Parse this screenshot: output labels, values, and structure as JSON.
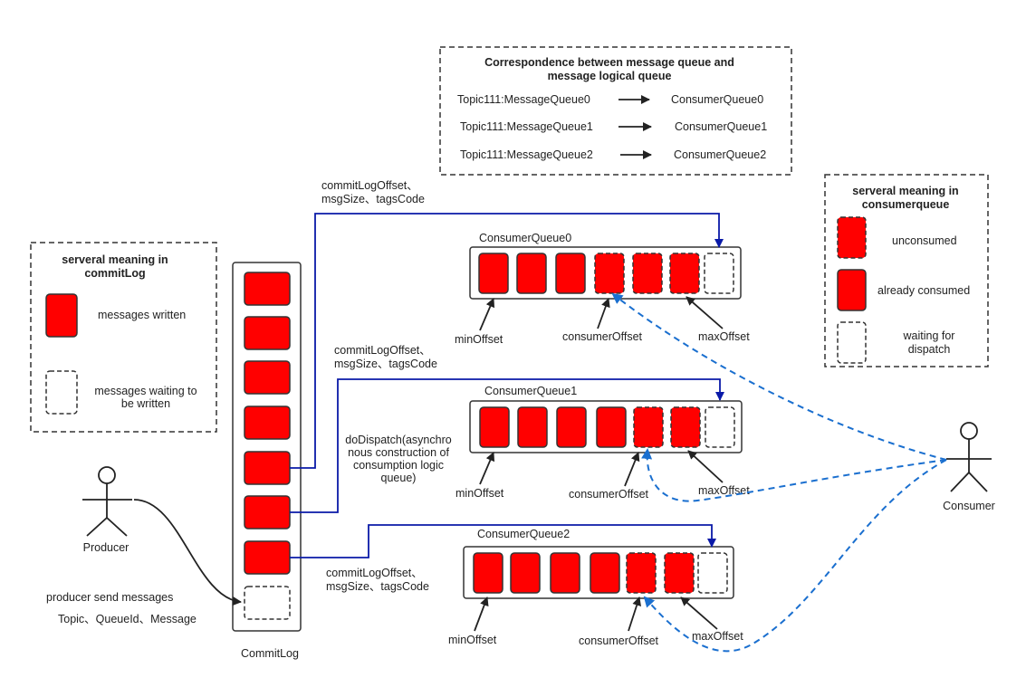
{
  "colors": {
    "msg_fill": "#ff0000",
    "msg_stroke": "#333333",
    "dispatch_line": "#0a1aa8",
    "consumer_line": "#1a6fcf",
    "border": "#333333"
  },
  "legend_top": {
    "title_lines": [
      "Correspondence between message queue and",
      "message logical queue"
    ],
    "rows": [
      {
        "from": "Topic111:MessageQueue0",
        "to": "ConsumerQueue0"
      },
      {
        "from": "Topic111:MessageQueue1",
        "to": "ConsumerQueue1"
      },
      {
        "from": "Topic111:MessageQueue2",
        "to": "ConsumerQueue2"
      }
    ]
  },
  "legend_commitlog": {
    "title_lines": [
      "serveral meaning in",
      "commitLog"
    ],
    "written": "messages written",
    "waiting_lines": [
      "messages waiting to",
      "be written"
    ]
  },
  "legend_consumerqueue": {
    "title_lines": [
      "serveral meaning in",
      "consumerqueue"
    ],
    "unconsumed": "unconsumed",
    "consumed": "already consumed",
    "waiting_lines": [
      "waiting for",
      "dispatch"
    ]
  },
  "commitlog": {
    "label": "CommitLog",
    "slot_states": [
      "written",
      "written",
      "written",
      "written",
      "written",
      "written",
      "written",
      "waiting"
    ]
  },
  "queues": [
    {
      "label": "ConsumerQueue0",
      "cells": [
        "consumed",
        "consumed",
        "consumed",
        "unconsumed",
        "unconsumed",
        "unconsumed",
        "waiting"
      ]
    },
    {
      "label": "ConsumerQueue1",
      "cells": [
        "consumed",
        "consumed",
        "consumed",
        "consumed",
        "unconsumed",
        "unconsumed",
        "waiting"
      ]
    },
    {
      "label": "ConsumerQueue2",
      "cells": [
        "consumed",
        "consumed",
        "consumed",
        "consumed",
        "unconsumed",
        "unconsumed",
        "waiting"
      ]
    }
  ],
  "pointers": {
    "min": "minOffset",
    "consumer": "consumerOffset",
    "max": "maxOffset"
  },
  "dispatch_labels": [
    [
      "commitLogOffset、",
      "msgSize、tagsCode"
    ],
    [
      "commitLogOffset、",
      "msgSize、tagsCode"
    ],
    [
      "commitLogOffset、",
      "msgSize、tagsCode"
    ]
  ],
  "dodispatch_lines": [
    "doDispatch(asynchro",
    "nous construction of",
    "consumption logic",
    "queue)"
  ],
  "producer": {
    "label": "Producer",
    "send_line1": "producer send messages",
    "send_line2": "Topic、QueueId、Message"
  },
  "consumer": {
    "label": "Consumer"
  }
}
